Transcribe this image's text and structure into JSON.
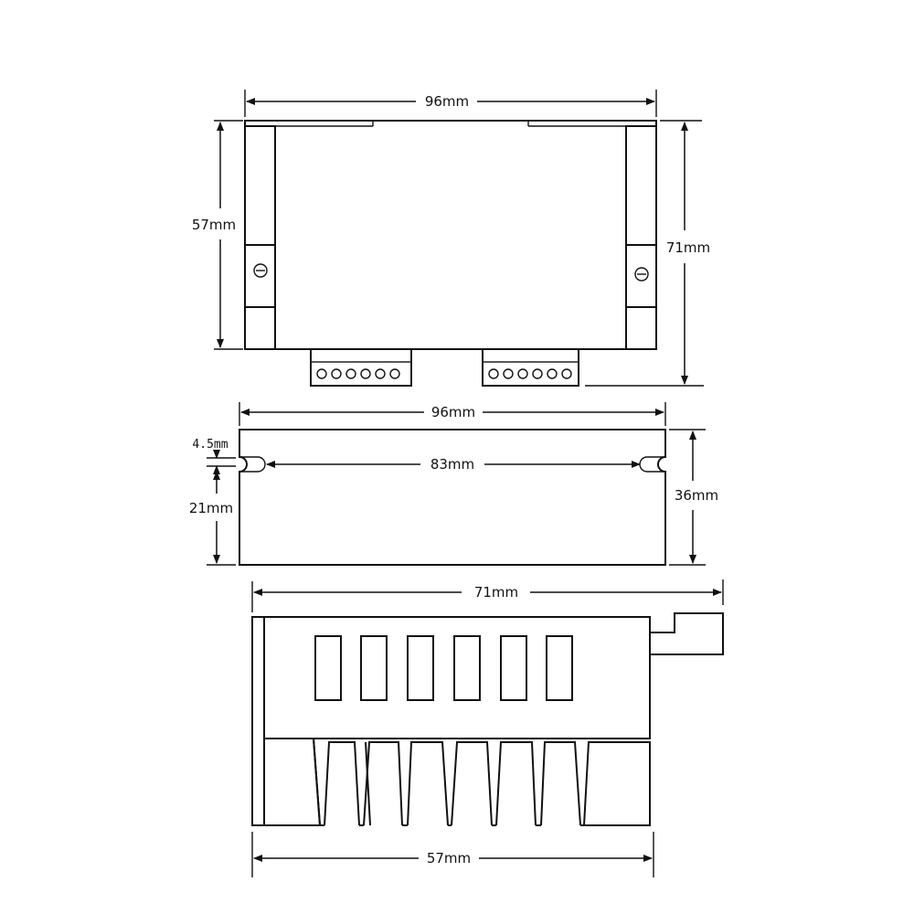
{
  "top_view": {
    "width_label": "96mm",
    "height_label": "71mm",
    "inner_height_label": "57mm",
    "connector_pins": 6
  },
  "side_view": {
    "width_label": "96mm",
    "slot_spacing_label": "83mm",
    "slot_offset_label": "4.5mm",
    "slot_height_label": "21mm",
    "height_label": "36mm"
  },
  "end_view": {
    "top_width_label": "71mm",
    "bottom_width_label": "57mm",
    "window_count": 6,
    "fin_count": 8
  }
}
